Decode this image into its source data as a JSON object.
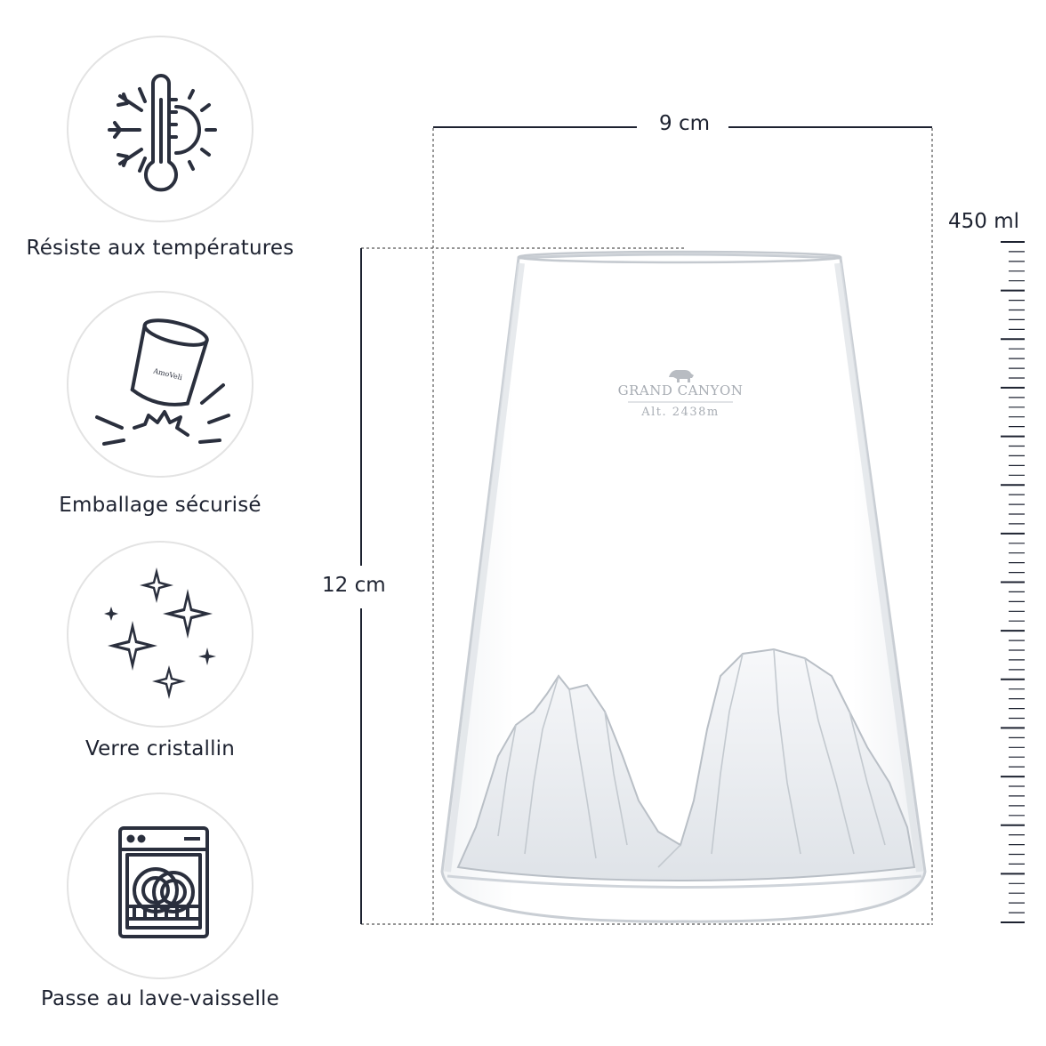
{
  "features": [
    {
      "icon": "thermometer-hot-cold-icon",
      "label": "Résiste aux températures"
    },
    {
      "icon": "falling-glass-icon",
      "label": "Emballage sécurisé"
    },
    {
      "icon": "sparkles-icon",
      "label": "Verre cristallin"
    },
    {
      "icon": "dishwasher-icon",
      "label": "Passe au lave-vaisselle"
    }
  ],
  "dimensions": {
    "width": "9 cm",
    "height": "12 cm",
    "capacity": "450 ml"
  },
  "glass": {
    "engraving_title": "GRAND CANYON",
    "engraving_subtitle": "Alt. 2438m",
    "logo_text": "AmoVeli",
    "bear_icon": "bear-icon"
  },
  "colors": {
    "icon_stroke": "#2a2f3d",
    "circle_border": "#e3e3e3",
    "text": "#1d2230"
  }
}
